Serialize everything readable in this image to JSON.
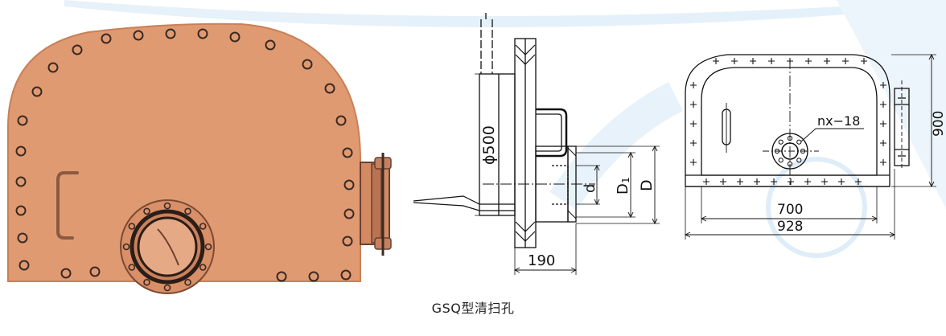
{
  "caption": "GSQ型清扫孔",
  "colors": {
    "door_fill": "#e09a72",
    "door_edge": "#c97f57",
    "bolt": "#3a2a22",
    "line": "#111111",
    "watermark": "#dcecf8"
  },
  "side_view": {
    "diameter_label": "ϕ500",
    "label_d": "d",
    "label_D1_main": "D",
    "label_D1_sub": "1",
    "label_D": "D",
    "width_label": "190"
  },
  "front_view": {
    "hole_label": "nx−18",
    "height_label": "900",
    "inner_width_label": "700",
    "outer_width_label": "928"
  }
}
